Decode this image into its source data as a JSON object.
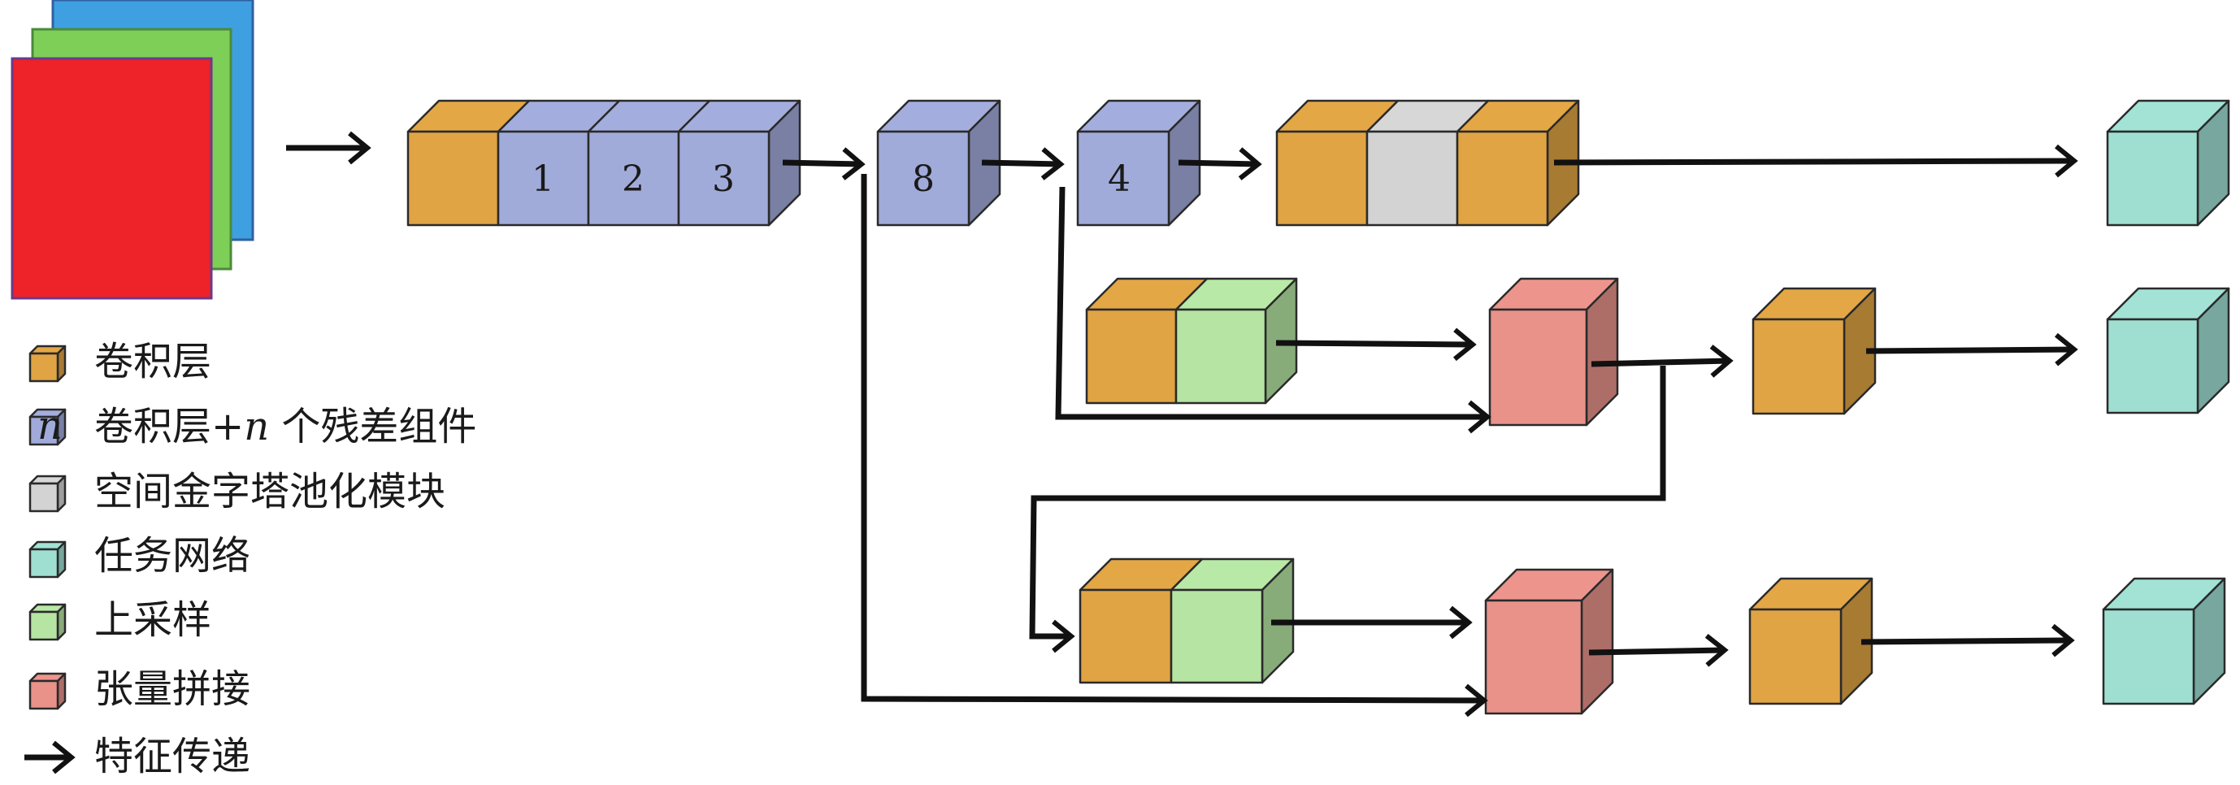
{
  "colors": {
    "conv": "#E0A444",
    "residual": "#A1ABDA",
    "spp": "#D3D3D3",
    "task": "#9FDFD2",
    "upsample": "#B5E4A3",
    "concat": "#E8928A",
    "input_red": "#EE2229",
    "input_green": "#7ECF58",
    "input_blue": "#3E9FE1",
    "arrow": "#111111"
  },
  "blocks": {
    "res1": "1",
    "res2": "2",
    "res3": "3",
    "res8": "8",
    "res4": "4"
  },
  "legend": [
    {
      "id": "conv",
      "label": "卷积层"
    },
    {
      "id": "residual",
      "label": "卷积层+",
      "var": "n",
      "suffix": " 个残差组件",
      "icon_text": "n"
    },
    {
      "id": "spp",
      "label": "空间金字塔池化模块"
    },
    {
      "id": "task",
      "label": "任务网络"
    },
    {
      "id": "upsample",
      "label": "上采样"
    },
    {
      "id": "concat",
      "label": "张量拼接"
    },
    {
      "id": "arrow",
      "label": "特征传递"
    }
  ]
}
